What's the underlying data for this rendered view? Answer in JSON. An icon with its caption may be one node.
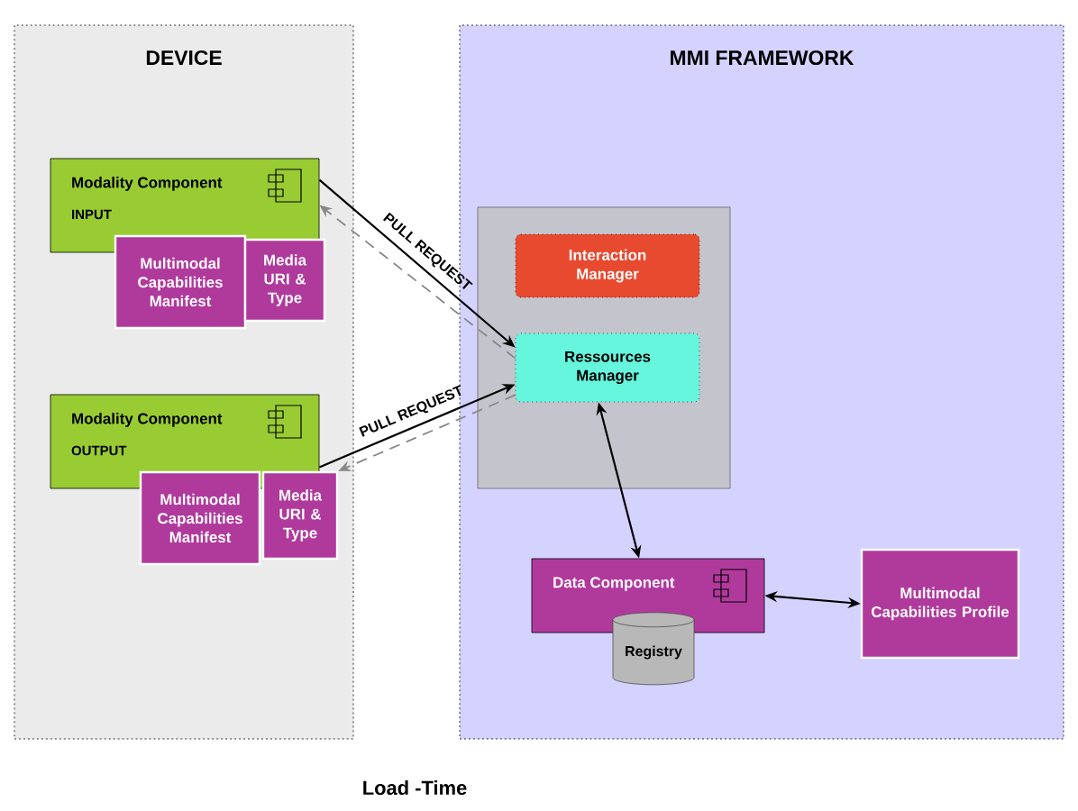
{
  "diagram": {
    "caption": "Load -Time",
    "nodes": [
      {
        "text": [
          "DEVICE"
        ]
      },
      {
        "text": [
          "MMI FRAMEWORK"
        ]
      },
      {
        "text": [
          "Modality Component",
          "INPUT"
        ],
        "in": 0
      },
      {
        "text": [
          "Multimodal Capabilities Manifest"
        ],
        "in": 0
      },
      {
        "text": [
          "Media URI & Type"
        ],
        "in": 0
      },
      {
        "text": [
          "Modality Component",
          "OUTPUT"
        ],
        "in": 0
      },
      {
        "text": [
          "Multimodal Capabilities Manifest"
        ],
        "in": 0
      },
      {
        "text": [
          "Media URI & Type"
        ],
        "in": 0
      },
      {
        "text": [],
        "shape": "box",
        "in": 1
      },
      {
        "text": [
          "Interaction Manager"
        ],
        "in": 8
      },
      {
        "text": [
          "Ressources Manager"
        ],
        "in": 8
      },
      {
        "text": [
          "Data Component"
        ],
        "in": 1
      },
      {
        "text": [
          "Registry"
        ],
        "in": 1
      },
      {
        "text": [
          "Multimodal Capabilities Profile"
        ],
        "in": 1
      }
    ],
    "edges": [
      {
        "from": 2,
        "to": 10,
        "arrow": "to",
        "label": "PULL REQUEST"
      },
      {
        "from": 10,
        "to": 2,
        "arrow": "to",
        "style": "dashed",
        "color": "#888888"
      },
      {
        "from": 5,
        "to": 10,
        "arrow": "to",
        "label": "PULL REQUEST"
      },
      {
        "from": 10,
        "to": 7,
        "arrow": "to",
        "style": "dashed",
        "color": "#888888"
      },
      {
        "from": 11,
        "to": 10,
        "arrow": "both"
      },
      {
        "from": 11,
        "to": 13,
        "arrow": "both"
      }
    ]
  }
}
